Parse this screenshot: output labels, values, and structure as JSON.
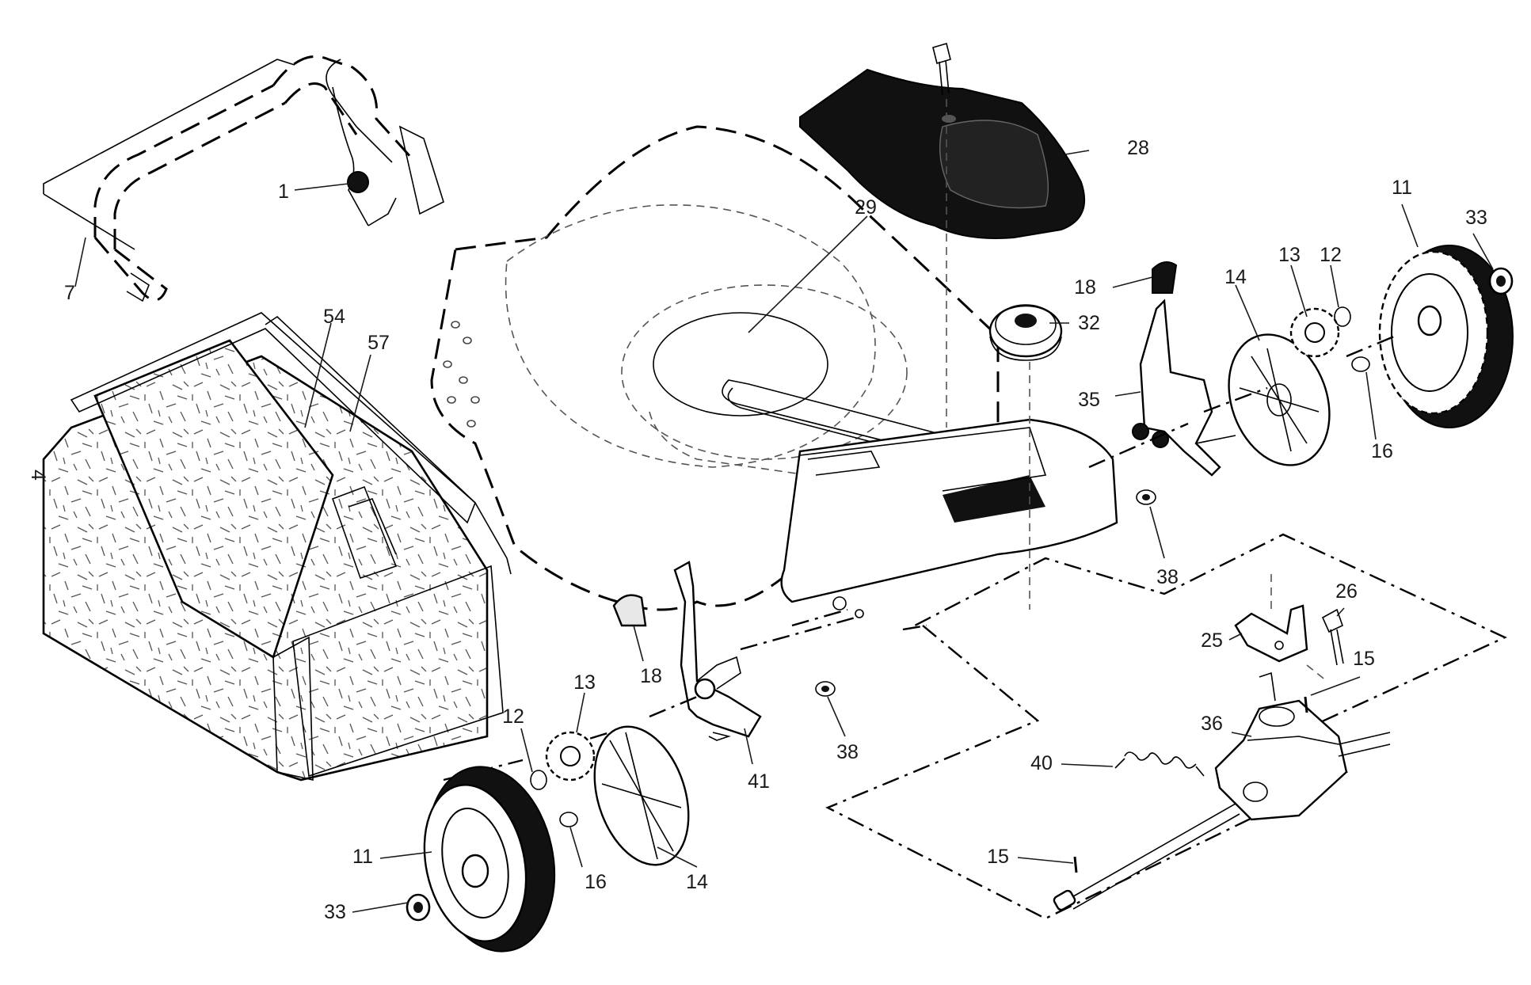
{
  "diagram": {
    "labels": {
      "p1": "1",
      "p4": "4",
      "p7": "7",
      "p11a": "11",
      "p11b": "11",
      "p12a": "12",
      "p12b": "12",
      "p13a": "13",
      "p13b": "13",
      "p14a": "14",
      "p14b": "14",
      "p15a": "15",
      "p15b": "15",
      "p16a": "16",
      "p16b": "16",
      "p18a": "18",
      "p18b": "18",
      "p25": "25",
      "p26": "26",
      "p28": "28",
      "p29": "29",
      "p32": "32",
      "p33a": "33",
      "p33b": "33",
      "p35": "35",
      "p36": "36",
      "p38a": "38",
      "p38b": "38",
      "p40": "40",
      "p41": "41",
      "p54": "54",
      "p57": "57"
    }
  }
}
